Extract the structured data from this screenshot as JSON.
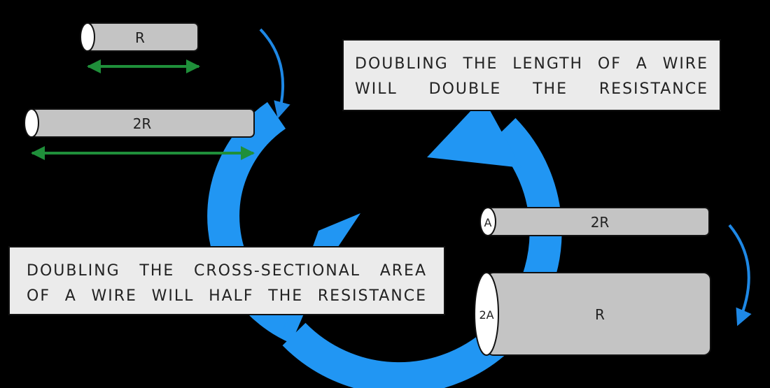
{
  "colors": {
    "background": "#000000",
    "wire_fill": "#c4c4c4",
    "wire_end": "#ffffff",
    "length_arrow": "#1f8f3a",
    "cycle_arrow": "#2196f3",
    "pointer_arrow": "#1e88e5",
    "box_fill": "#ebebeb"
  },
  "wires": {
    "wire1_label": "R",
    "wire2_label": "2R",
    "wire3_end_label": "A",
    "wire3_label": "2R",
    "wire4_end_label": "2A",
    "wire4_label": "R"
  },
  "statements": {
    "length_line1": "DOUBLING THE LENGTH OF A WIRE",
    "length_line2": "WILL DOUBLE THE RESISTANCE",
    "area_line1": "DOUBLING THE CROSS-SECTIONAL AREA",
    "area_line2": "OF A WIRE WILL HALF THE RESISTANCE"
  },
  "icons": {
    "cycle": "circular-arrow-icon",
    "pointer": "curved-arrow-icon",
    "length": "double-headed-arrow-icon"
  }
}
